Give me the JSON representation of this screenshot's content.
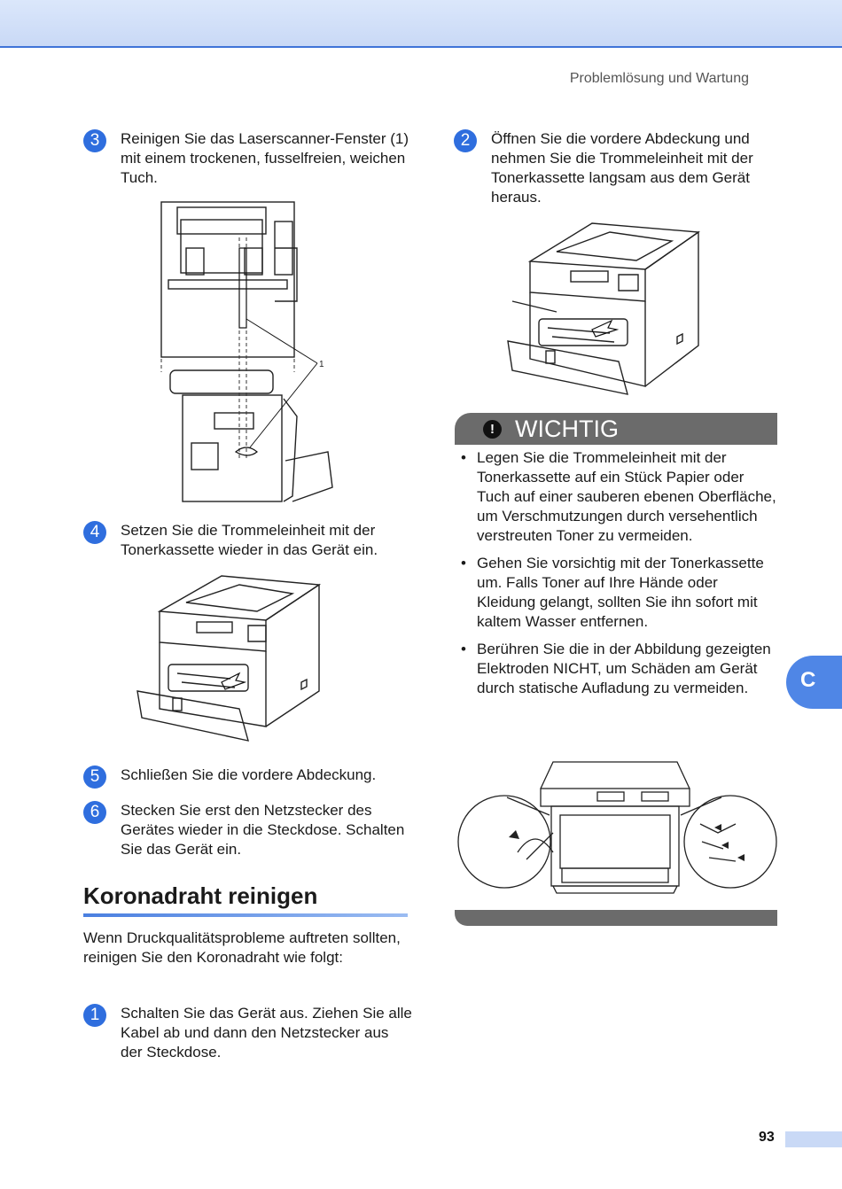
{
  "header": {
    "running_head": "Problemlösung und Wartung"
  },
  "left_column": {
    "steps": [
      {
        "number": "3",
        "text": "Reinigen Sie das Laserscanner-Fenster (1) mit einem trockenen, fusselfreien, weichen Tuch."
      },
      {
        "number": "4",
        "text": "Setzen Sie die Trommeleinheit mit der Tonerkassette wieder in das Gerät ein."
      },
      {
        "number": "5",
        "text": "Schließen Sie die vordere Abdeckung."
      },
      {
        "number": "6",
        "text": "Stecken Sie erst den Netzstecker des Gerätes wieder in die Steckdose. Schalten Sie das Gerät ein."
      }
    ],
    "figure1_callout": "1"
  },
  "section": {
    "title": "Koronadraht reinigen",
    "intro": "Wenn Druckqualitätsprobleme auftreten sollten, reinigen Sie den Koronadraht wie folgt:",
    "steps": [
      {
        "number": "1",
        "text": "Schalten Sie das Gerät aus. Ziehen Sie alle Kabel ab und dann den Netzstecker aus der Steckdose."
      }
    ]
  },
  "right_column": {
    "step2": {
      "number": "2",
      "text": "Öffnen Sie die vordere Abdeckung und nehmen Sie die Trommeleinheit mit der Tonerkassette langsam aus dem Gerät heraus."
    },
    "important": {
      "icon": "!",
      "title": "WICHTIG",
      "bullets": [
        "Legen Sie die Trommeleinheit mit der Tonerkassette auf ein Stück Papier oder Tuch auf einer sauberen ebenen Oberfläche, um Verschmutzungen durch versehentlich verstreuten Toner zu vermeiden.",
        "Gehen Sie vorsichtig mit der Tonerkassette um. Falls Toner auf Ihre Hände oder Kleidung gelangt, sollten Sie ihn sofort mit kaltem Wasser entfernen.",
        "Berühren Sie die in der Abbildung gezeigten Elektroden NICHT, um Schäden am Gerät durch statische Aufladung zu vermeiden."
      ]
    }
  },
  "side_tab": "C",
  "page_number": "93",
  "colors": {
    "accent": "#2f6ede",
    "important_bar": "#6b6b6b",
    "tab": "#4f86e6"
  }
}
